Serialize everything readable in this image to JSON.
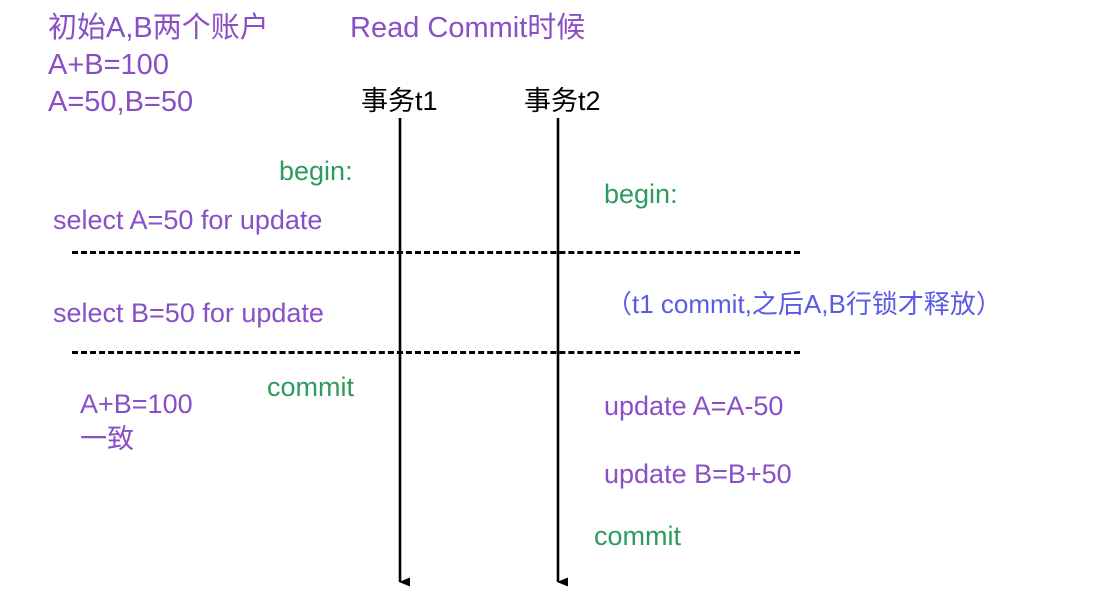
{
  "diagram": {
    "title": "Read Commit时候",
    "background_color": "#ffffff",
    "colors": {
      "statement_purple": "#8a4fc6",
      "keyword_green": "#2e9b5e",
      "note_blue": "#5a5ae6",
      "lifeline_black": "#000000"
    },
    "preconditions": "初始A,B两个账户\nA+B=100\nA=50,B=50",
    "lifelines": [
      {
        "id": "t1",
        "label": "事务t1"
      },
      {
        "id": "t2",
        "label": "事务t2"
      }
    ],
    "transaction_t1": {
      "begin": "begin:",
      "select_a": "select A=50 for update",
      "select_b": "select B=50 for update",
      "commit": "commit",
      "result": "A+B=100\n一致"
    },
    "transaction_t2": {
      "begin": "begin:",
      "lock_note": "（t1 commit,之后A,B行锁才释放）",
      "update_a": "update A=A-50",
      "update_b": "update B=B+50",
      "commit": "commit"
    },
    "separators": [
      {
        "id": "sep-1",
        "style": "dashed"
      },
      {
        "id": "sep-2",
        "style": "dashed"
      }
    ]
  }
}
